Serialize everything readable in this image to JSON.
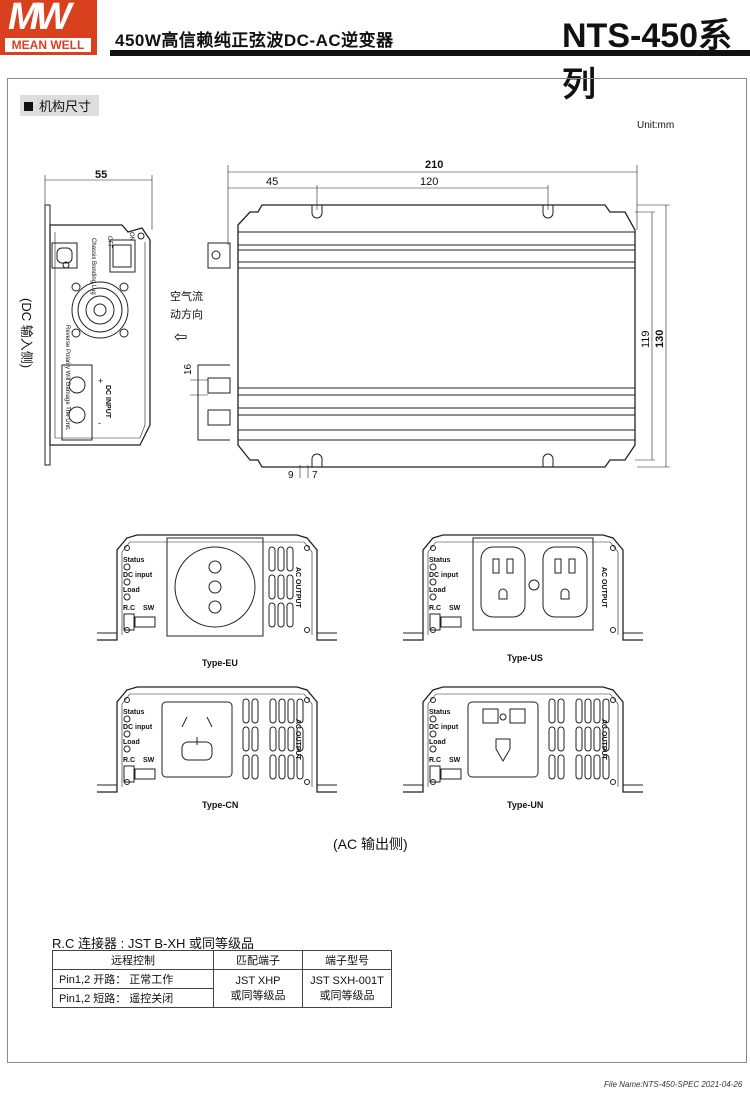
{
  "header": {
    "logo_mark": "MW",
    "logo_text": "MEAN WELL",
    "title": "450W高信赖纯正弦波DC-AC逆变器",
    "series": "NTS-450系列"
  },
  "section": {
    "label": "机构尺寸",
    "unit": "Unit:mm"
  },
  "side_view": {
    "dim_width": "55",
    "side_label": "(DC 输入侧)",
    "off": "OFF",
    "on": "ON",
    "chassis": "Chassis Bonding Lug",
    "warning": "Reverse Polarity Will Damage The Unit.",
    "dc_input": "DC INPUT",
    "plus": "+",
    "minus": "-"
  },
  "top_view": {
    "dim_total": "210",
    "dim_45": "45",
    "dim_120": "120",
    "dim_119": "119",
    "dim_130": "130",
    "dim_16": "16",
    "dim_9": "9",
    "dim_7": "7",
    "airflow_1": "空气流",
    "airflow_2": "动方向",
    "arrow": "⇦"
  },
  "panels": {
    "status": "Status",
    "dc_input": "DC input",
    "load": "Load",
    "rc": "R.C",
    "sw": "SW",
    "ac_output": "AC OUTPUT",
    "eu": "Type-EU",
    "us": "Type-US",
    "cn": "Type-CN",
    "un": "Type-UN"
  },
  "ac_side_label": "(AC 输出侧)",
  "rc_connector": {
    "title": "R.C 连接器 : JST B-XH 或同等级品",
    "headers": [
      "远程控制",
      "匹配端子",
      "端子型号"
    ],
    "rows": [
      "Pin1,2 开路： 正常工作",
      "Pin1,2 短路： 遥控关闭"
    ],
    "terminal": [
      "JST XHP",
      "或同等级品"
    ],
    "model": [
      "JST SXH-001T",
      "或同等级品"
    ]
  },
  "footer": "File Name:NTS-450-SPEC   2021-04-26"
}
